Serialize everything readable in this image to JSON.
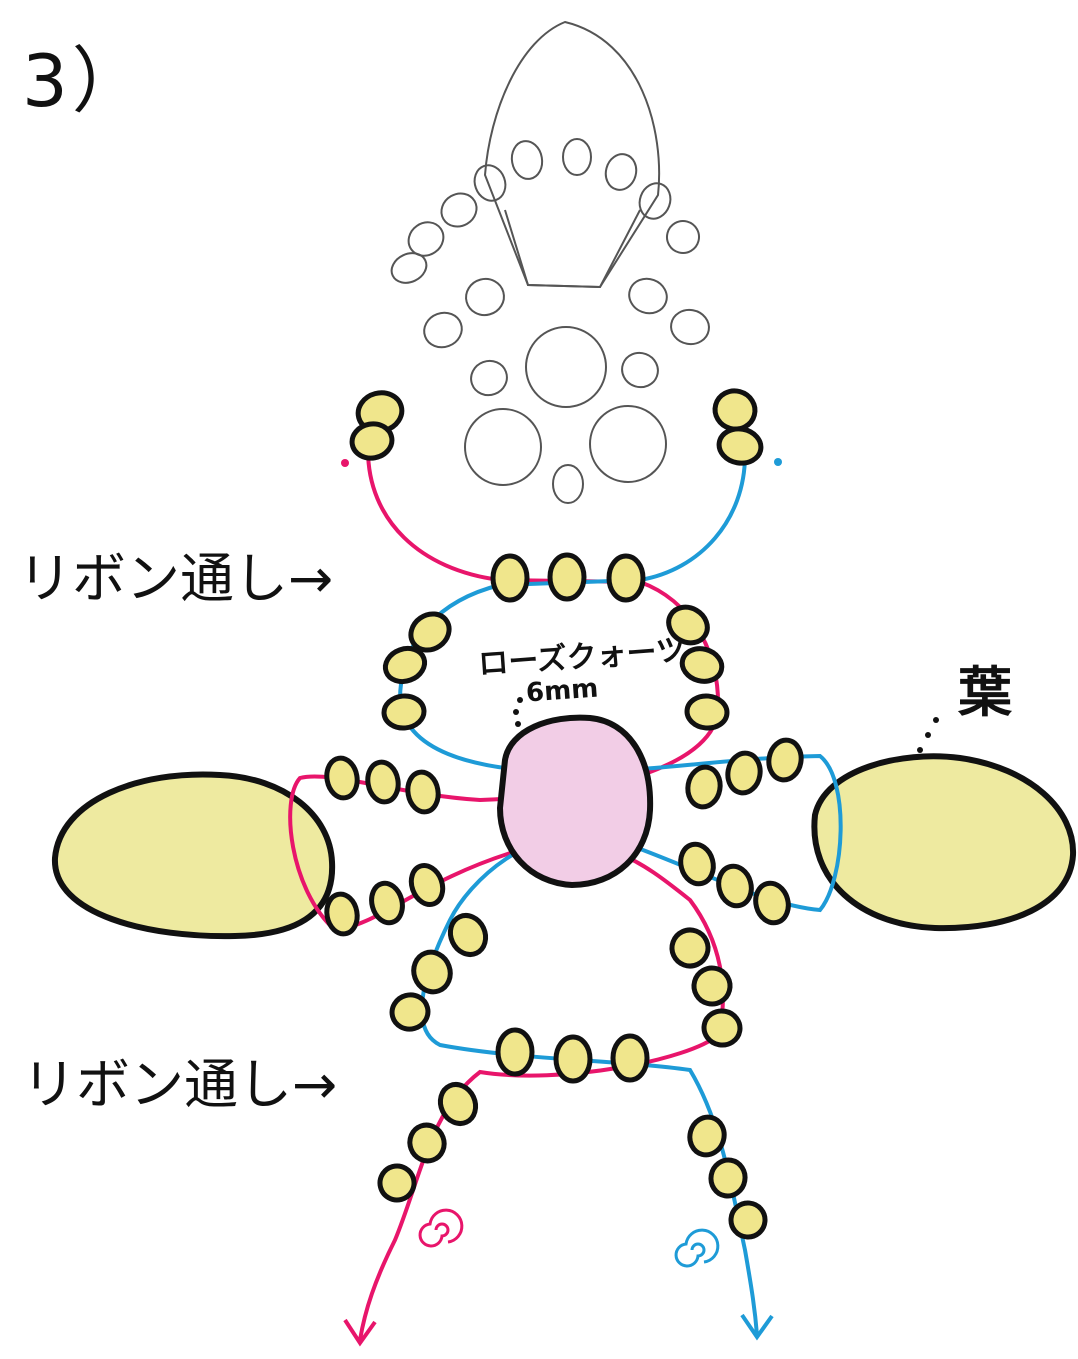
{
  "step": {
    "number": "3）"
  },
  "labels": {
    "ribbon_through_top": "リボン通し→",
    "ribbon_through_bottom": "リボン通し→",
    "center_bead_name": "ローズクォーツ",
    "center_bead_size": "6mm",
    "leaf": "葉"
  },
  "colors": {
    "outline": "#111111",
    "bead_fill": "#f0e68c",
    "leaf_fill": "#eeeaa0",
    "center_fill": "#f2cde6",
    "thread_pink": "#e8156b",
    "thread_blue": "#1e9bd7",
    "pencil": "#555555"
  }
}
